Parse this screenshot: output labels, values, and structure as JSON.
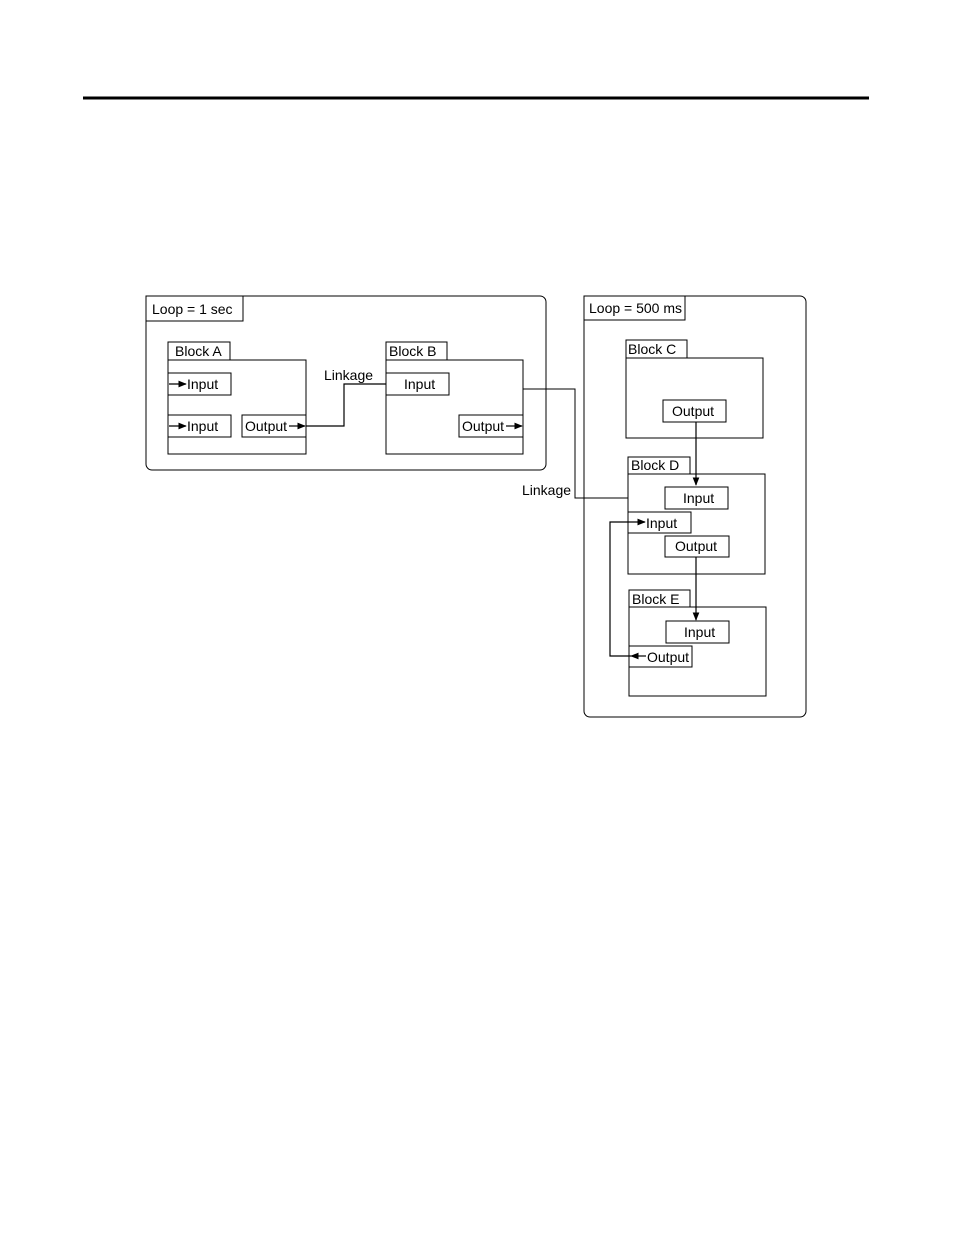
{
  "diagram": {
    "loops": [
      {
        "id": "loop-1s",
        "label": "Loop = 1 sec"
      },
      {
        "id": "loop-500ms",
        "label": "Loop = 500 ms"
      }
    ],
    "blocks": {
      "a": {
        "title": "Block A",
        "in1": "Input",
        "in2": "Input",
        "out": "Output"
      },
      "b": {
        "title": "Block B",
        "in": "Input",
        "out": "Output"
      },
      "c": {
        "title": "Block C",
        "out": "Output"
      },
      "d": {
        "title": "Block D",
        "in1": "Input",
        "in2": "Input",
        "out": "Output"
      },
      "e": {
        "title": "Block E",
        "in": "Input",
        "out": "Output"
      }
    },
    "linkages": [
      {
        "label": "Linkage",
        "from": "Block A Output",
        "to": "Block B Input"
      },
      {
        "label": "Linkage",
        "from": "Block B Output",
        "to": "Block D Input"
      }
    ],
    "connections": [
      {
        "from": "Block C Output",
        "to": "Block D Input"
      },
      {
        "from": "Block D Output",
        "to": "Block E Input"
      },
      {
        "from": "Block E Output",
        "to": "Block D Input"
      }
    ]
  }
}
